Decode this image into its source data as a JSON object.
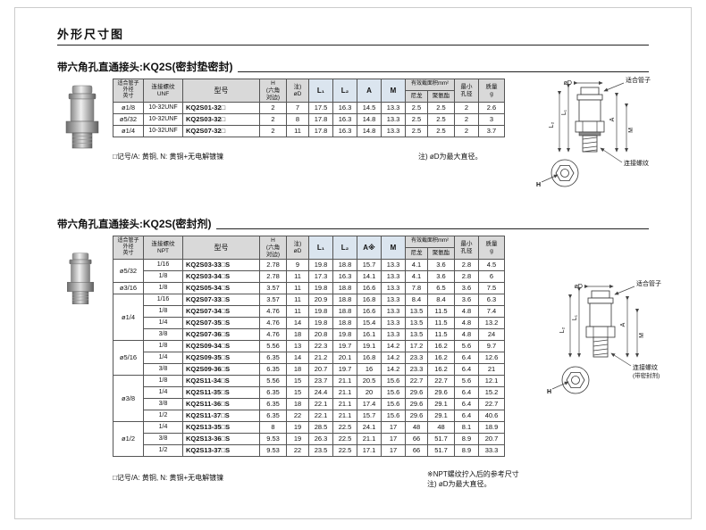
{
  "page": {
    "title": "外形尺寸图"
  },
  "section1": {
    "heading_prefix": "带六角孔直通接头: ",
    "heading_model": "KQ2S(密封垫密封)",
    "table": {
      "h": {
        "tube": "适合管子\n外径\n英寸",
        "thread": "连接螺纹\nUNF",
        "model": "型号",
        "hex": "H\n(六角\n对边)",
        "od": "注)\nøD",
        "l1": "L₁",
        "l2": "L₂",
        "a": "A",
        "m": "M",
        "area": "有效截面积mm²",
        "nylon": "尼龙",
        "pu": "聚氨酯",
        "minbore": "最小\n孔径",
        "weight": "质量\ng"
      },
      "rows": [
        {
          "group": "ø1/8",
          "span": 1,
          "thread": "10-32UNF",
          "model": "KQ2S01-32□",
          "vals": [
            "2",
            "7",
            "17.5",
            "16.3",
            "14.5",
            "13.3",
            "2.5",
            "2.5",
            "2",
            "2.6"
          ]
        },
        {
          "group": "ø5/32",
          "span": 1,
          "thread": "10-32UNF",
          "model": "KQ2S03-32□",
          "vals": [
            "2",
            "8",
            "17.8",
            "16.3",
            "14.8",
            "13.3",
            "2.5",
            "2.5",
            "2",
            "3"
          ]
        },
        {
          "group": "ø1/4",
          "span": 1,
          "thread": "10-32UNF",
          "model": "KQ2S07-32□",
          "vals": [
            "2",
            "11",
            "17.8",
            "16.3",
            "14.8",
            "13.3",
            "2.5",
            "2.5",
            "2",
            "3.7"
          ]
        }
      ]
    },
    "note_box": "□记号/A: 黄铜, N: 黄铜+无电解镀镍",
    "note_od": "注) øD为最大直径。",
    "diagram": {
      "tube_label": "适合管子",
      "thread_label": "连接螺纹",
      "od": "øD",
      "l1": "L₁",
      "l2": "L₂",
      "a": "A",
      "m": "M",
      "h": "H"
    }
  },
  "section2": {
    "heading_prefix": "带六角孔直通接头: ",
    "heading_model": "KQ2S(密封剂)",
    "table": {
      "h": {
        "tube": "适合管子\n外径\n英寸",
        "thread": "连接螺纹\nNPT",
        "model": "型号",
        "hex": "H\n(六角\n对边)",
        "od": "注)\nøD",
        "l1": "L₁",
        "l2": "L₂",
        "a": "A※",
        "m": "M",
        "area": "有效截面积mm²",
        "nylon": "尼龙",
        "pu": "聚氨酯",
        "minbore": "最小\n孔径",
        "weight": "质量\ng"
      },
      "rows": [
        {
          "group": "ø5/32",
          "span": 2,
          "thread": "1/16",
          "model": "KQ2S03-33□S",
          "vals": [
            "2.78",
            "9",
            "19.8",
            "18.8",
            "15.7",
            "13.3",
            "4.1",
            "3.6",
            "2.8",
            "4.5"
          ]
        },
        {
          "thread": "1/8",
          "model": "KQ2S03-34□S",
          "vals": [
            "2.78",
            "11",
            "17.3",
            "16.3",
            "14.1",
            "13.3",
            "4.1",
            "3.6",
            "2.8",
            "6"
          ]
        },
        {
          "group": "ø3/16",
          "span": 1,
          "thread": "1/8",
          "model": "KQ2S05-34□S",
          "vals": [
            "3.57",
            "11",
            "19.8",
            "18.8",
            "16.6",
            "13.3",
            "7.8",
            "6.5",
            "3.6",
            "7.5"
          ]
        },
        {
          "group": "ø1/4",
          "span": 4,
          "thread": "1/16",
          "model": "KQ2S07-33□S",
          "vals": [
            "3.57",
            "11",
            "20.9",
            "18.8",
            "16.8",
            "13.3",
            "8.4",
            "8.4",
            "3.6",
            "6.3"
          ]
        },
        {
          "thread": "1/8",
          "model": "KQ2S07-34□S",
          "vals": [
            "4.76",
            "11",
            "19.8",
            "18.8",
            "16.6",
            "13.3",
            "13.5",
            "11.5",
            "4.8",
            "7.4"
          ]
        },
        {
          "thread": "1/4",
          "model": "KQ2S07-35□S",
          "vals": [
            "4.76",
            "14",
            "19.8",
            "18.8",
            "15.4",
            "13.3",
            "13.5",
            "11.5",
            "4.8",
            "13.2"
          ]
        },
        {
          "thread": "3/8",
          "model": "KQ2S07-36□S",
          "vals": [
            "4.76",
            "18",
            "20.8",
            "19.8",
            "16.1",
            "13.3",
            "13.5",
            "11.5",
            "4.8",
            "24"
          ]
        },
        {
          "group": "ø5/16",
          "span": 3,
          "thread": "1/8",
          "model": "KQ2S09-34□S",
          "vals": [
            "5.56",
            "13",
            "22.3",
            "19.7",
            "19.1",
            "14.2",
            "17.2",
            "16.2",
            "5.6",
            "9.7"
          ]
        },
        {
          "thread": "1/4",
          "model": "KQ2S09-35□S",
          "vals": [
            "6.35",
            "14",
            "21.2",
            "20.1",
            "16.8",
            "14.2",
            "23.3",
            "16.2",
            "6.4",
            "12.6"
          ]
        },
        {
          "thread": "3/8",
          "model": "KQ2S09-36□S",
          "vals": [
            "6.35",
            "18",
            "20.7",
            "19.7",
            "16",
            "14.2",
            "23.3",
            "16.2",
            "6.4",
            "21"
          ]
        },
        {
          "group": "ø3/8",
          "span": 4,
          "thread": "1/8",
          "model": "KQ2S11-34□S",
          "vals": [
            "5.56",
            "15",
            "23.7",
            "21.1",
            "20.5",
            "15.6",
            "22.7",
            "22.7",
            "5.6",
            "12.1"
          ]
        },
        {
          "thread": "1/4",
          "model": "KQ2S11-35□S",
          "vals": [
            "6.35",
            "15",
            "24.4",
            "21.1",
            "20",
            "15.6",
            "29.6",
            "29.6",
            "6.4",
            "15.2"
          ]
        },
        {
          "thread": "3/8",
          "model": "KQ2S11-36□S",
          "vals": [
            "6.35",
            "18",
            "22.1",
            "21.1",
            "17.4",
            "15.6",
            "29.6",
            "29.1",
            "6.4",
            "22.7"
          ]
        },
        {
          "thread": "1/2",
          "model": "KQ2S11-37□S",
          "vals": [
            "6.35",
            "22",
            "22.1",
            "21.1",
            "15.7",
            "15.6",
            "29.6",
            "29.1",
            "6.4",
            "40.6"
          ]
        },
        {
          "group": "ø1/2",
          "span": 3,
          "thread": "1/4",
          "model": "KQ2S13-35□S",
          "vals": [
            "8",
            "19",
            "28.5",
            "22.5",
            "24.1",
            "17",
            "48",
            "48",
            "8.1",
            "18.9"
          ]
        },
        {
          "thread": "3/8",
          "model": "KQ2S13-36□S",
          "vals": [
            "9.53",
            "19",
            "26.3",
            "22.5",
            "21.1",
            "17",
            "66",
            "51.7",
            "8.9",
            "20.7"
          ]
        },
        {
          "thread": "1/2",
          "model": "KQ2S13-37□S",
          "vals": [
            "9.53",
            "22",
            "23.5",
            "22.5",
            "17.1",
            "17",
            "66",
            "51.7",
            "8.9",
            "33.3"
          ]
        }
      ]
    },
    "note_box": "□记号/A: 黄铜, N: 黄铜+无电解镀镍",
    "note_npt": "※NPT螺纹拧入后的参考尺寸",
    "note_od": "注) øD为最大直径。",
    "diagram": {
      "tube_label": "适合管子",
      "thread_label": "连接螺纹",
      "thread_label2": "(带密封剂)",
      "od": "øD",
      "l1": "L₁",
      "l2": "L₂",
      "a": "A",
      "m": "M",
      "h": "H"
    }
  }
}
